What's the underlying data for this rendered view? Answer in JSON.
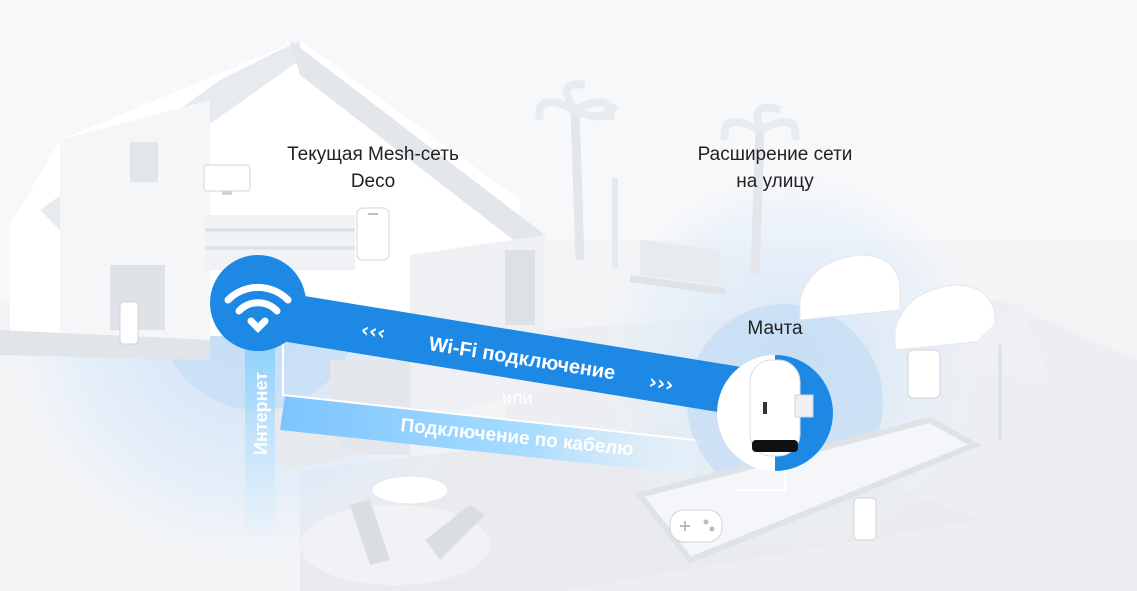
{
  "labels": {
    "current_mesh_line1": "Текущая Mesh-сеть",
    "current_mesh_line2": "Deco",
    "outdoor_line1": "Расширение сети",
    "outdoor_line2": "на улицу",
    "mast": "Мачта",
    "wifi_connection": "Wi-Fi подключение",
    "or": "или",
    "cable_connection": "Подключение по кабелю",
    "internet": "Интернет"
  },
  "colors": {
    "accent": "#1e88e5",
    "accent_light": "#4aa3f0",
    "halo": "#cfe4f8",
    "beam_light": "#8fd0ff"
  }
}
